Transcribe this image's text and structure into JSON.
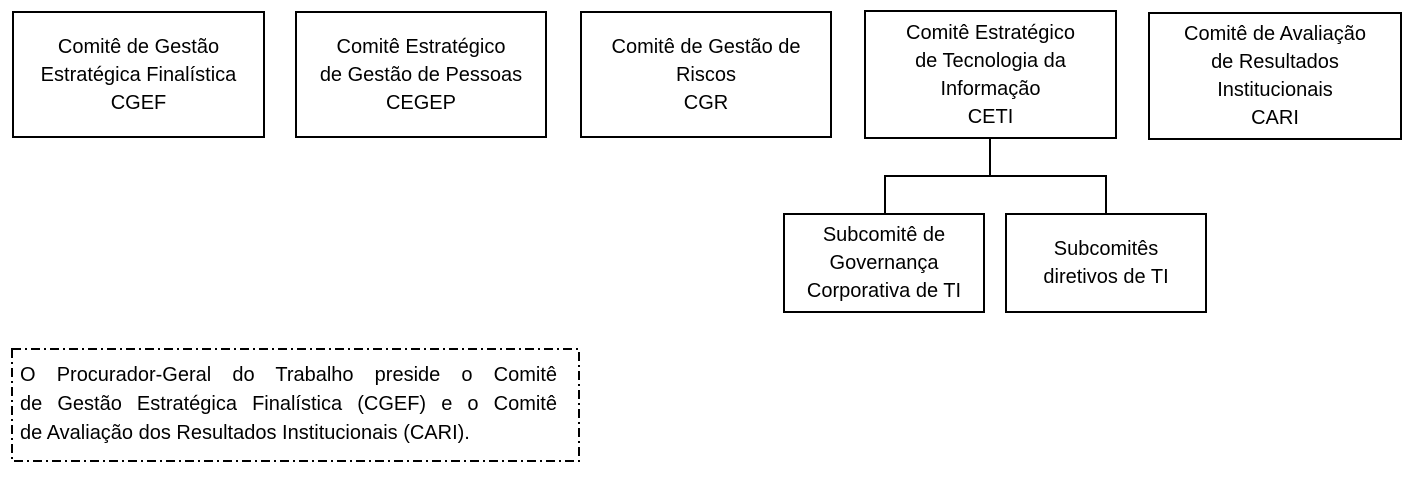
{
  "org_chart": {
    "committees": [
      {
        "label": "Comitê de Gestão\nEstratégica Finalística\nCGEF",
        "acronym": "CGEF"
      },
      {
        "label": "Comitê Estratégico\nde Gestão de Pessoas\nCEGEP",
        "acronym": "CEGEP"
      },
      {
        "label": "Comitê de Gestão de\nRiscos\nCGR",
        "acronym": "CGR"
      },
      {
        "label": "Comitê Estratégico\nde Tecnologia da\nInformação\nCETI",
        "acronym": "CETI"
      },
      {
        "label": "Comitê de Avaliação\nde Resultados\nInstitucionais\nCARI",
        "acronym": "CARI"
      }
    ],
    "subcommittees": [
      {
        "label": "Subcomitê de\nGovernança\nCorporativa de TI"
      },
      {
        "label": "Subcomitês\ndiretivos de TI"
      }
    ],
    "note": {
      "text": "O Procurador-Geral do Trabalho preside o Comitê de Gestão Estratégica Finalística (CGEF) e o Comitê de Avaliação dos Resultados Institucionais (CARI).",
      "lines": [
        "O Procurador-Geral do Trabalho preside o Comitê",
        "de Gestão Estratégica Finalística (CGEF) e o Comitê",
        "de Avaliação dos Resultados Institucionais (CARI)."
      ]
    },
    "colors": {
      "border": "#000000",
      "text": "#000000",
      "background": "#ffffff"
    }
  }
}
